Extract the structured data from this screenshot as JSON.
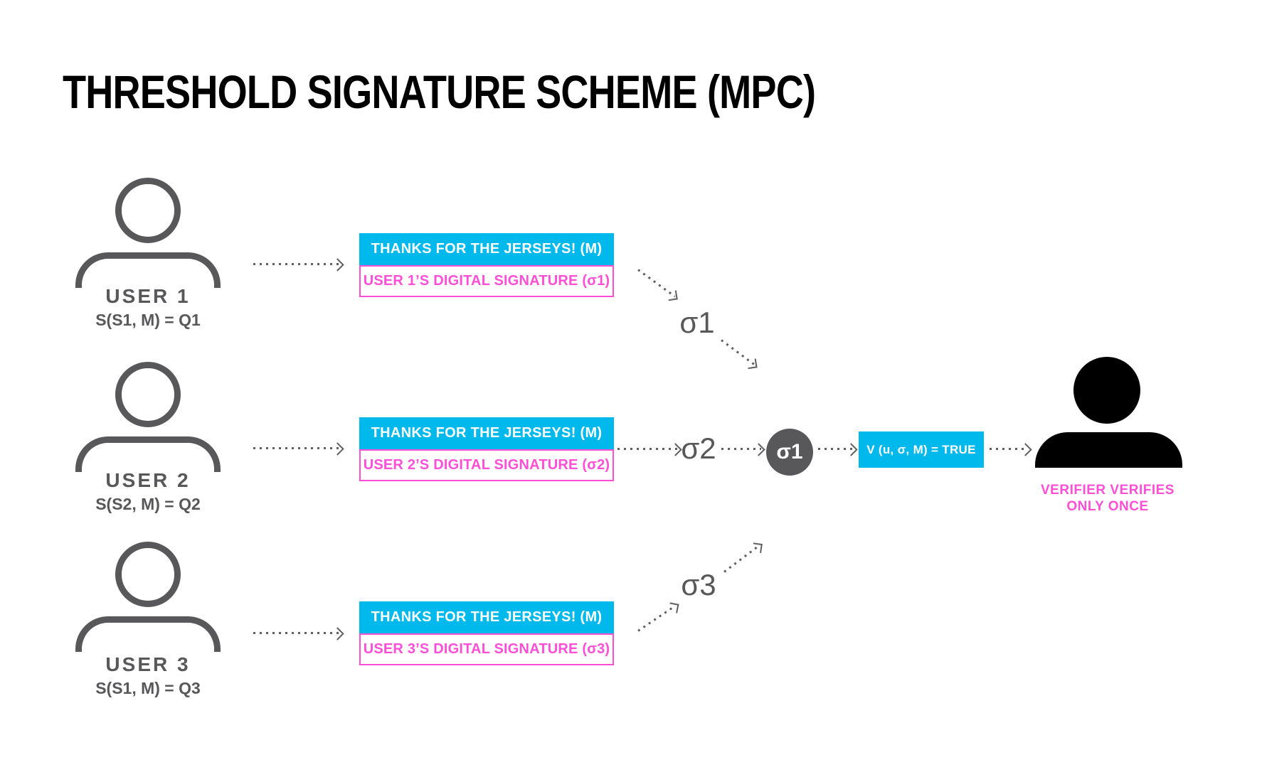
{
  "title": "THRESHOLD SIGNATURE SCHEME (MPC)",
  "colors": {
    "cyan": "#00B9EC",
    "magenta": "#FF4FD6",
    "gray": "#58585A",
    "black": "#000000"
  },
  "users": [
    {
      "name": "USER 1",
      "share_formula": "S(S1, M) = Q1",
      "message": "THANKS FOR THE JERSEYS! (M)",
      "signature_label": "USER 1’S DIGITAL SIGNATURE (σ1)",
      "sigma": "σ1"
    },
    {
      "name": "USER 2",
      "share_formula": "S(S2, M) = Q2",
      "message": "THANKS FOR THE JERSEYS! (M)",
      "signature_label": "USER 2’S DIGITAL SIGNATURE (σ2)",
      "sigma": "σ2"
    },
    {
      "name": "USER 3",
      "share_formula": "S(S1, M) = Q3",
      "message": "THANKS FOR THE JERSEYS! (M)",
      "signature_label": "USER 3’S DIGITAL SIGNATURE (σ3)",
      "sigma": "σ3"
    }
  ],
  "aggregated_signature": "σ1",
  "verification_box": "V (u, σ, M) = TRUE",
  "verifier_caption": {
    "line1": "VERIFIER VERIFIES",
    "line2": "ONLY ONCE"
  }
}
